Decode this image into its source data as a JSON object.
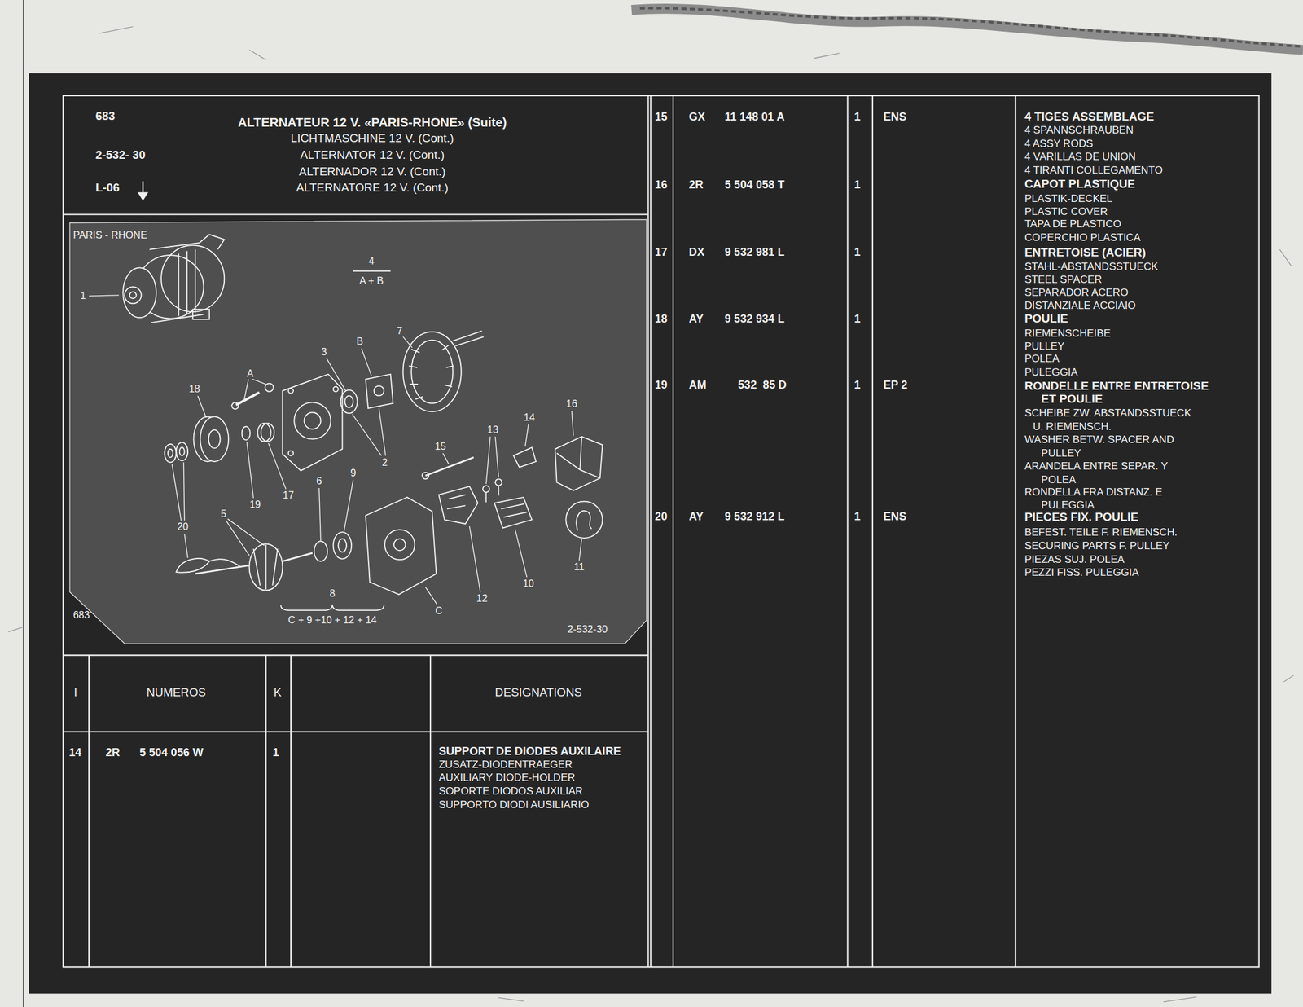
{
  "diagram": {
    "title": "ALTERNATEUR 12 V. «PARIS-RHONE» (Suite)",
    "labels": [
      "683",
      "2-532- 30",
      "L-06",
      "LICHTMASCHINE 12 V. (Cont.)",
      "ALTERNATOR 12 V. (Cont.)",
      "ALTERNADOR 12 V. (Cont.)",
      "ALTERNATORE 12 V. (Cont.)",
      "PARIS - RHONE",
      "683",
      "2-532-30",
      "4",
      "A + B",
      "1",
      "7",
      "3",
      "B",
      "A",
      "18",
      "2",
      "14",
      "16",
      "15",
      "13",
      "9",
      "6",
      "19",
      "17",
      "5",
      "20",
      "11",
      "10",
      "12",
      "C",
      "8",
      "C + 9 +10 + 12 + 14",
      "I",
      "NUMEROS",
      "K",
      "DESIGNATIONS",
      "14",
      "2R",
      "5 504 056 W",
      "1",
      "SUPPORT DE DIODES AUXILAIRE",
      "ZUSATZ-DIODENTRAEGER",
      "AUXILIARY DIODE-HOLDER",
      "SOPORTE DIODOS AUXILIAR",
      "SUPPORTO DIODI AUSILIARIO",
      "15",
      "GX",
      "11 148 01 A",
      "1",
      "ENS",
      "4 TIGES ASSEMBLAGE",
      "4 SPANNSCHRAUBEN",
      "4 ASSY RODS",
      "4 VARILLAS DE UNION",
      "4 TIRANTI COLLEGAMENTO",
      "16",
      "2R",
      "5 504 058 T",
      "1",
      "CAPOT PLASTIQUE",
      "PLASTIK-DECKEL",
      "PLASTIC COVER",
      "TAPA DE PLASTICO",
      "COPERCHIO PLASTICA",
      "17",
      "DX",
      "9 532 981 L",
      "1",
      "ENTRETOISE (ACIER)",
      "STAHL-ABSTANDSSTUECK",
      "STEEL SPACER",
      "SEPARADOR ACERO",
      "DISTANZIALE ACCIAIO",
      "18",
      "AY",
      "9 532 934 L",
      "1",
      "POULIE",
      "RIEMENSCHEIBE",
      "PULLEY",
      "POLEA",
      "PULEGGIA",
      "19",
      "AM",
      "532  85 D",
      "1",
      "EP 2",
      "RONDELLE ENTRE ENTRETOISE ET POULIE",
      "SCHEIBE ZW. ABSTANDSSTUECK U. RIEMENSCH.",
      "WASHER BETW. SPACER AND PULLEY",
      "ARANDELA ENTRE SEPAR. Y POLEA",
      "RONDELLA FRA DISTANZ. E PULEGGIA",
      "20",
      "AY",
      "9 532 912 L",
      "1",
      "ENS",
      "PIECES FIX. POULIE",
      "BEFEST. TEILE F. RIEMENSCH.",
      "SECURING PARTS F. PULLEY",
      "PIEZAS SUJ. POLEA",
      "PEZZI FISS. PULEGGIA"
    ]
  }
}
